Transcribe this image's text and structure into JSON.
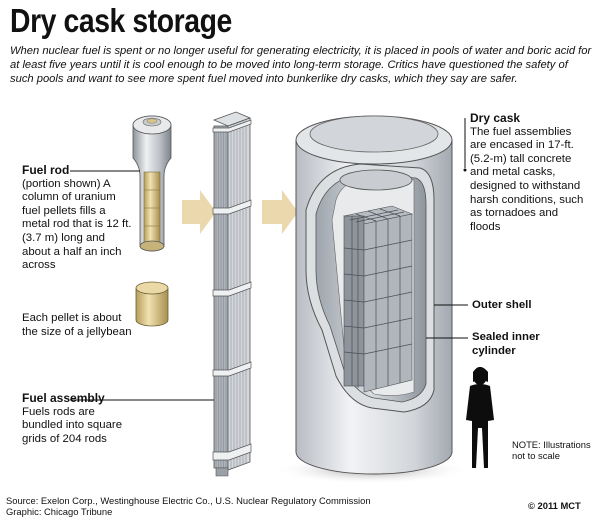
{
  "title": "Dry cask storage",
  "intro": "When nuclear fuel is spent or no longer useful for generating electricity, it is placed in pools of water and boric acid for at least five years until it is cool enough to be moved into long-term storage. Critics have questioned the safety of such pools and want to see more spent fuel moved into bunkerlike dry casks, which they say are safer.",
  "fuel_rod": {
    "heading": "Fuel rod",
    "text": "(portion shown) A column of uranium fuel pellets fills a metal rod that is 12 ft. (3.7 m) long and about a half an inch across"
  },
  "pellet": {
    "text": "Each pellet is about the size of a jellybean"
  },
  "fuel_assembly": {
    "heading": "Fuel assembly",
    "text": "Fuels rods are bundled into square grids of 204 rods"
  },
  "dry_cask": {
    "heading": "Dry cask",
    "text": "The fuel assemblies are encased in 17-ft. (5.2-m) tall concrete and metal casks, designed to withstand harsh conditions, such as tornadoes and floods"
  },
  "outer_shell": "Outer shell",
  "inner_cylinder": "Sealed inner cylinder",
  "note": "NOTE: Illustrations not to scale",
  "source": "Source: Exelon Corp., Westinghouse Electric Co., U.S. Nuclear Regulatory Commission",
  "graphic": "Graphic: Chicago Tribune",
  "copyright": "© 2011 MCT",
  "colors": {
    "pellet": "#d9c48a",
    "metal": "#c9cdd2",
    "arrow": "#ecd8ad"
  }
}
